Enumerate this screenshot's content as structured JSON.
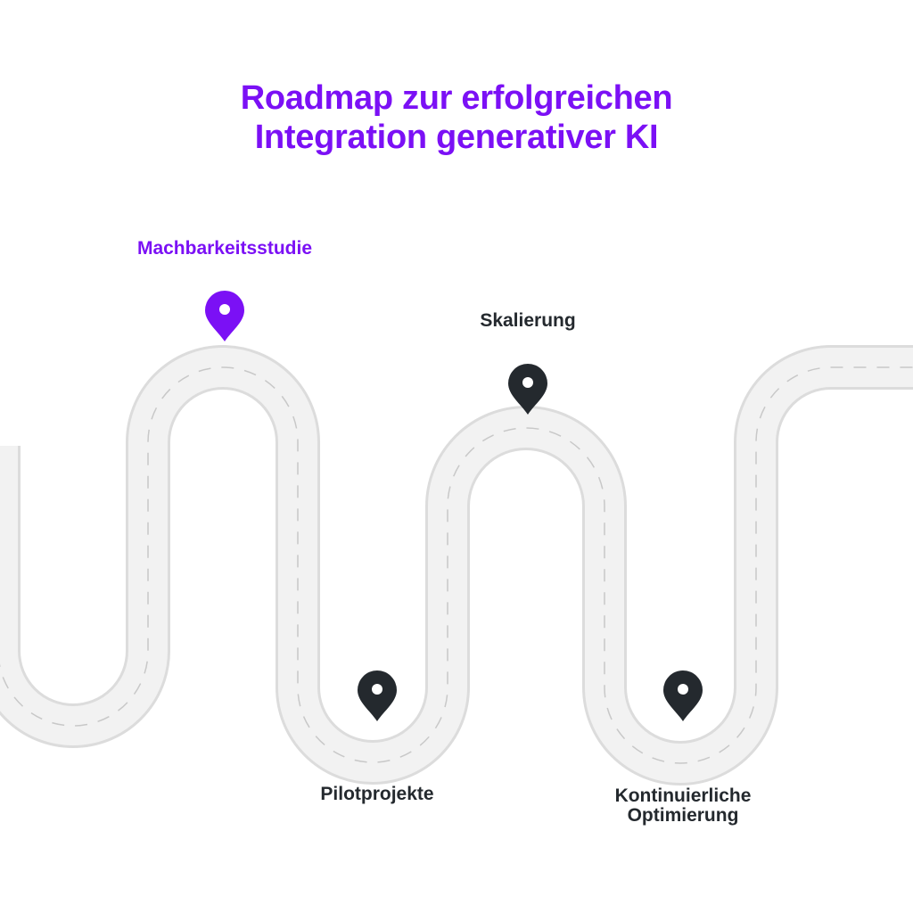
{
  "title": {
    "line1": "Roadmap zur erfolgreichen",
    "line2": "Integration generativer KI"
  },
  "milestones": [
    {
      "label": "Machbarkeitsstudie",
      "active": true
    },
    {
      "label": "Pilotprojekte",
      "active": false
    },
    {
      "label": "Skalierung",
      "active": false
    },
    {
      "label": "Kontinuierliche Optimierung",
      "active": false
    }
  ],
  "colors": {
    "accent": "#7b10f5",
    "marker": "#24292e",
    "road_fill": "#f2f2f2",
    "road_edge": "#dcdcdc",
    "lane_dash": "#c8c8c8"
  },
  "icons": {
    "marker": "map-pin-icon"
  }
}
